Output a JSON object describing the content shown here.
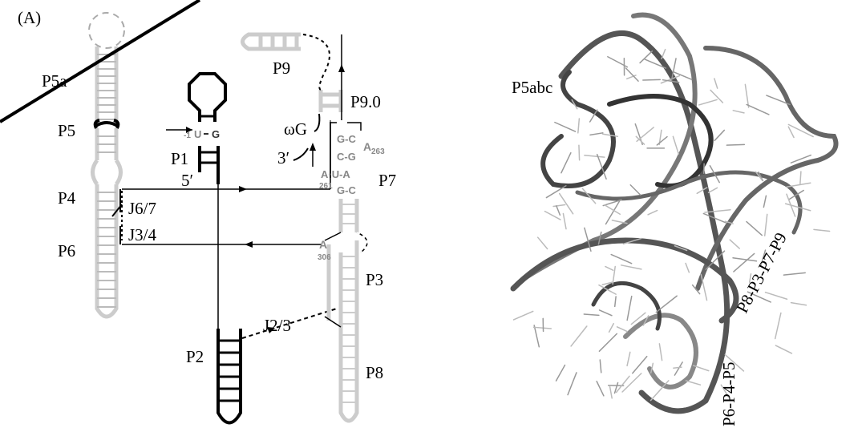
{
  "panel_label": "(A)",
  "secondary_structure": {
    "labels": {
      "p5a": "P5a",
      "p5": "P5",
      "p4": "P4",
      "p6": "P6",
      "j67": "J6/7",
      "j34": "J3/4",
      "p1": "P1",
      "five_prime": "5′",
      "p2": "P2",
      "j23": "J2/3",
      "p9": "P9",
      "p90": "P9.0",
      "omega_g": "ωG",
      "three_prime": "3′",
      "p7": "P7",
      "p3": "P3",
      "p8": "P8"
    },
    "nucleotides": {
      "minus1": "-1",
      "u": "U",
      "g": "G",
      "p7_pairs": [
        "G-C",
        "C-G",
        "A·U-A",
        "G-C"
      ],
      "a263": "A",
      "a263_num": "263",
      "a261_num": "261",
      "a306": "A",
      "a306_num": "306"
    }
  },
  "tertiary_structure": {
    "labels": {
      "p5abc": "P5abc",
      "p8p3p7p9": "P8-P3-P7-P9",
      "p6p4p5": "P6-P4-P5"
    }
  },
  "colors": {
    "helix_gray": "#cccccc",
    "black": "#000000",
    "nt_gray": "#888888"
  }
}
